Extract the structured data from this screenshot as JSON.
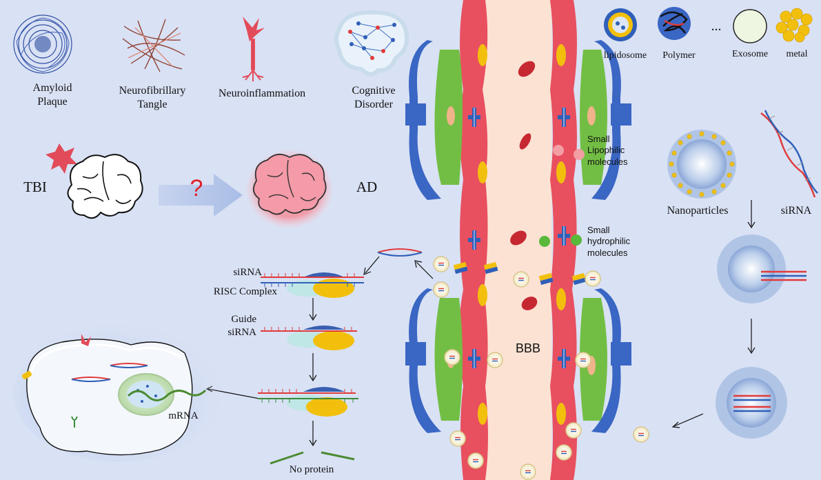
{
  "pathology": {
    "amyloid": "Amyloid\nPlaque",
    "tangle": "Neurofibrillary\nTangle",
    "neuroinflammation": "Neuroinflammation",
    "cognitive": "Cognitive\nDisorder"
  },
  "progression": {
    "left": "TBI",
    "unknown": "?",
    "right": "AD"
  },
  "carriers": {
    "lipidosome": "lipidosome",
    "polymer": "Polymer",
    "ellipsis": "...",
    "exosome": "Exosome",
    "metal": "metal"
  },
  "barrier": {
    "small_lipophilic": "Small\nLipophilic\nmolecules",
    "small_hydrophilic": "Small\nhydrophilic\nmolecules",
    "bbb": "BBB"
  },
  "assembly": {
    "nanoparticles": "Nanoparticles",
    "sirna": "siRNA"
  },
  "rnai": {
    "sirna": "siRNA",
    "risc": "RISC Complex",
    "guide": "Guide\nsiRNA",
    "mrna": "mRNA",
    "no_protein": "No protein"
  },
  "colors": {
    "background": "#d9e1f4",
    "vessel_wall": "#e8505f",
    "lumen": "#fbe2d3",
    "astrocyte": "#72be44",
    "endfoot": "#3a66c4",
    "yellow": "#f2c00c",
    "rna_red": "#e03a3a",
    "rna_blue": "#2f5fb8"
  }
}
